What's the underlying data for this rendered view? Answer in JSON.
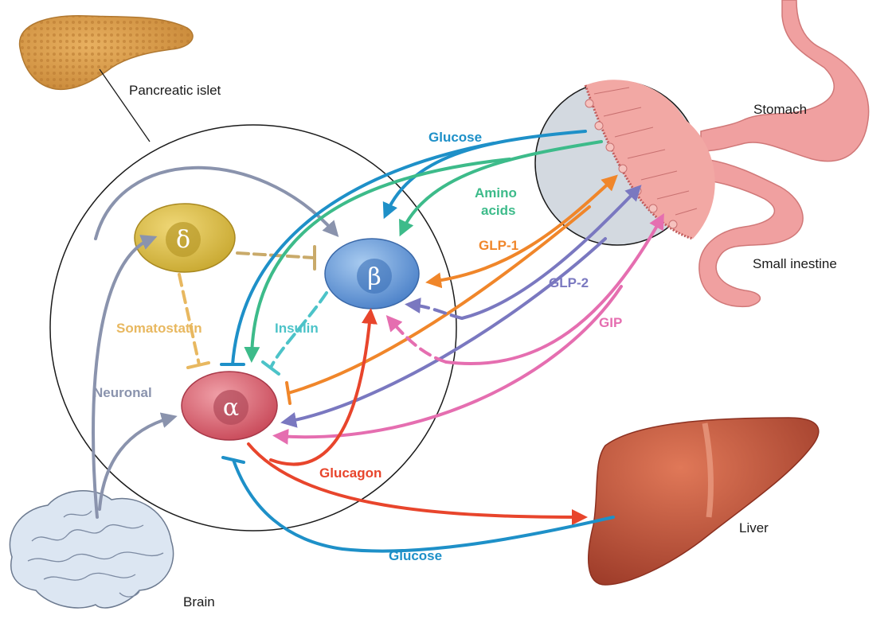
{
  "organs": {
    "pancreatic_islet": "Pancreatic islet",
    "stomach": "Stomach",
    "small_intestine": "Small inestine",
    "liver": "Liver",
    "brain": "Brain"
  },
  "cells": {
    "delta": "δ",
    "beta": "β",
    "alpha": "α"
  },
  "signals": {
    "glucose_gut": "Glucose",
    "amino_line1": "Amino",
    "amino_line2": "acids",
    "glp1": "GLP-1",
    "glp2": "GLP-2",
    "gip": "GIP",
    "insulin": "Insulin",
    "somatostatin": "Somatostatin",
    "neuronal": "Neuronal",
    "glucagon": "Glucagon",
    "glucose_liver": "Glucose"
  },
  "colors": {
    "glucose": "#1e90c8",
    "amino_acids": "#3dbb8a",
    "glp1": "#f0862a",
    "glp2": "#7a78c0",
    "gip": "#e56eb0",
    "insulin": "#4cc3c8",
    "somatostatin": "#e8b860",
    "neuronal": "#8a93ad",
    "glucagon": "#e8452c",
    "delta_cell": "#d8b840",
    "beta_cell": "#5a90d0",
    "alpha_cell": "#d65a68",
    "liver": "#c0523a",
    "pancreas": "#d89848",
    "stomach": "#f0a0a0",
    "brain": "#dce6f2"
  }
}
